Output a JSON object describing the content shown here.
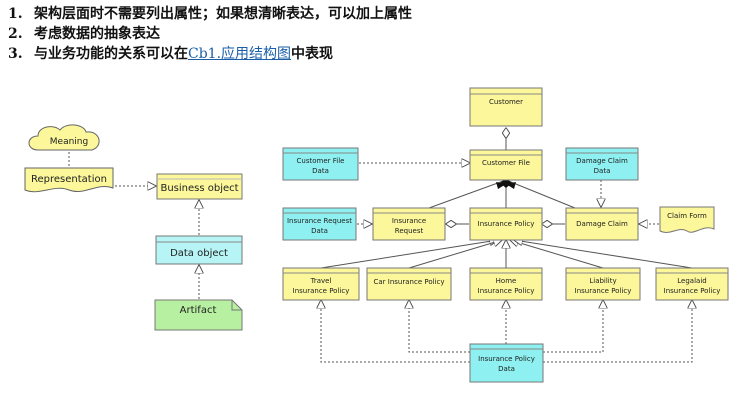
{
  "notes": [
    {
      "num": "1.",
      "text": "架构层面时不需要列出属性；如果想清晰表达，可以加上属性"
    },
    {
      "num": "2.",
      "text": "考虑数据的抽象表达"
    },
    {
      "num": "3.",
      "before": "与业务功能的关系可以在",
      "link": "Cb1.应用结构图",
      "after": "中表现"
    }
  ],
  "legend": {
    "meaning": "Meaning",
    "representation": "Representation",
    "business_object": "Business object",
    "data_object": "Data object",
    "artifact": "Artifact"
  },
  "model": {
    "customer": "Customer",
    "customer_file": "Customer File",
    "customer_file_data": [
      "Customer File",
      "Data"
    ],
    "damage_claim_data": [
      "Damage Claim",
      "Data"
    ],
    "insurance_request_data": [
      "Insurance Request",
      "Data"
    ],
    "insurance_request": [
      "Insurance",
      "Request"
    ],
    "insurance_policy": "Insurance Policy",
    "damage_claim": "Damage Claim",
    "claim_form": "Claim Form",
    "travel_policy": [
      "Travel",
      "Insurance Policy"
    ],
    "car_policy": "Car Insurance Policy",
    "home_policy": [
      "Home",
      "Insurance Policy"
    ],
    "liability_policy": [
      "Liability",
      "Insurance Policy"
    ],
    "legalaid_policy": [
      "Legalaid",
      "Insurance Policy"
    ],
    "insurance_policy_data": [
      "Insurance Policy",
      "Data"
    ]
  },
  "colors": {
    "business": "#fbf79a",
    "data": "#8ef0f0",
    "artifact": "#b6f0a0",
    "border": "#555555"
  }
}
